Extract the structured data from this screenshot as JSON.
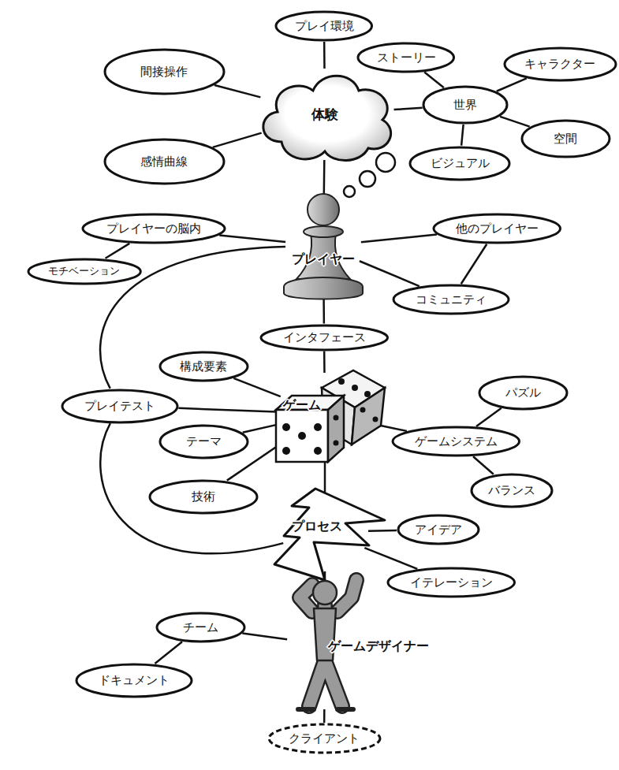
{
  "diagram": {
    "nodes": [
      {
        "text": [
          "プレイ環境"
        ]
      },
      {
        "text": [
          "体験"
        ]
      },
      {
        "text": [
          "ストーリー"
        ]
      },
      {
        "text": [
          "間接操作"
        ]
      },
      {
        "text": [
          "世界"
        ]
      },
      {
        "text": [
          "キャラクター"
        ]
      },
      {
        "text": [
          "空間"
        ]
      },
      {
        "text": [
          "感情曲線"
        ]
      },
      {
        "text": [
          "ビジュアル"
        ]
      },
      {
        "text": [
          "プレイヤーの脳内"
        ]
      },
      {
        "text": [
          "他のプレイヤー"
        ]
      },
      {
        "text": [
          "プレイヤー"
        ]
      },
      {
        "text": [
          "モチベーション"
        ]
      },
      {
        "text": [
          "コミュニティ"
        ]
      },
      {
        "text": [
          "インタフェース"
        ]
      },
      {
        "text": [
          "構成要素"
        ]
      },
      {
        "text": [
          "パズル"
        ]
      },
      {
        "text": [
          "プレイテスト"
        ]
      },
      {
        "text": [
          "ゲーム"
        ]
      },
      {
        "text": [
          "テーマ"
        ]
      },
      {
        "text": [
          "ゲームシステム"
        ]
      },
      {
        "text": [
          "バランス"
        ]
      },
      {
        "text": [
          "技術"
        ]
      },
      {
        "text": [
          "プロセス"
        ]
      },
      {
        "text": [
          "アイデア"
        ]
      },
      {
        "text": [
          "イテレーション"
        ]
      },
      {
        "text": [
          "チーム"
        ]
      },
      {
        "text": [
          "ゲームデザイナー"
        ]
      },
      {
        "text": [
          "ドキュメント"
        ]
      },
      {
        "text": [
          "クライアント"
        ]
      }
    ],
    "edges": [
      {
        "from": 0,
        "to": 1,
        "arrow": "none"
      },
      {
        "from": 3,
        "to": 1,
        "arrow": "none"
      },
      {
        "from": 7,
        "to": 1,
        "arrow": "none"
      },
      {
        "from": 1,
        "to": 4,
        "arrow": "none"
      },
      {
        "from": 4,
        "to": 2,
        "arrow": "none"
      },
      {
        "from": 4,
        "to": 5,
        "arrow": "none"
      },
      {
        "from": 4,
        "to": 6,
        "arrow": "none"
      },
      {
        "from": 4,
        "to": 8,
        "arrow": "none"
      },
      {
        "from": 1,
        "to": 11,
        "arrow": "none"
      },
      {
        "from": 9,
        "to": 11,
        "arrow": "none"
      },
      {
        "from": 11,
        "to": 10,
        "arrow": "none"
      },
      {
        "from": 12,
        "to": 9,
        "arrow": "none"
      },
      {
        "from": 10,
        "to": 13,
        "arrow": "none"
      },
      {
        "from": 13,
        "to": 11,
        "arrow": "none"
      },
      {
        "from": 11,
        "to": 14,
        "arrow": "none"
      },
      {
        "from": 14,
        "to": 18,
        "arrow": "none"
      },
      {
        "from": 15,
        "to": 18,
        "arrow": "none"
      },
      {
        "from": 17,
        "to": 18,
        "arrow": "none"
      },
      {
        "from": 19,
        "to": 18,
        "arrow": "none"
      },
      {
        "from": 22,
        "to": 18,
        "arrow": "none"
      },
      {
        "from": 18,
        "to": 20,
        "arrow": "none"
      },
      {
        "from": 20,
        "to": 16,
        "arrow": "none"
      },
      {
        "from": 20,
        "to": 21,
        "arrow": "none"
      },
      {
        "from": 17,
        "to": 11,
        "arrow": "none"
      },
      {
        "from": 17,
        "to": 23,
        "arrow": "none"
      },
      {
        "from": 18,
        "to": 23,
        "arrow": "none"
      },
      {
        "from": 23,
        "to": 24,
        "arrow": "none"
      },
      {
        "from": 23,
        "to": 25,
        "arrow": "none"
      },
      {
        "from": 23,
        "to": 27,
        "arrow": "none"
      },
      {
        "from": 26,
        "to": 27,
        "arrow": "none"
      },
      {
        "from": 26,
        "to": 28,
        "arrow": "none"
      },
      {
        "from": 27,
        "to": 29,
        "arrow": "none"
      }
    ]
  }
}
